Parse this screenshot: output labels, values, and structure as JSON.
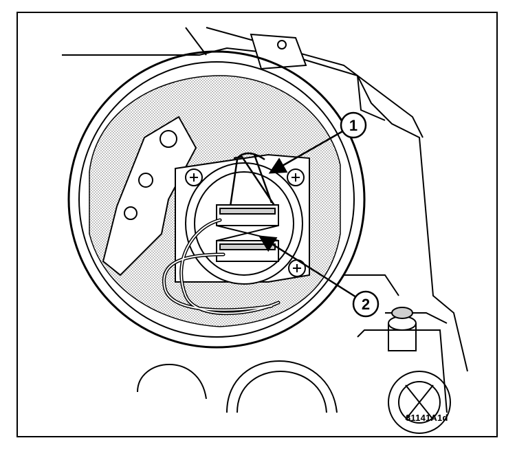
{
  "figure": {
    "id_label": "81141A1d"
  },
  "callouts": [
    {
      "number": "1"
    },
    {
      "number": "2"
    }
  ],
  "colors": {
    "line": "#000000",
    "background": "#ffffff",
    "shading": "#cfcfcf"
  }
}
